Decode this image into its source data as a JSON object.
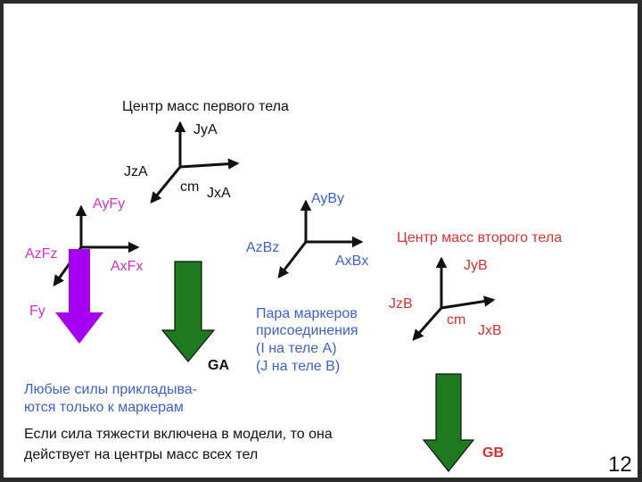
{
  "colors": {
    "black": "#111111",
    "red": "#d9302c",
    "purple": "#cc33cc",
    "blue": "#3d62c7",
    "force_arrow": "#a600f0",
    "gravity_arrow": "#1f7a1f"
  },
  "body_a": {
    "title": "Центр масс первого тела",
    "axis_y": "JyA",
    "axis_z": "JzA",
    "axis_x": "JxA",
    "cm": "cm"
  },
  "marker_force": {
    "axis_y": "AyFy",
    "axis_z": "AzFz",
    "axis_x": "AxFx",
    "force": "Fy"
  },
  "marker_pair": {
    "axis_y": "AyBy",
    "axis_z": "AzBz",
    "axis_x": "AxBx",
    "caption": [
      "Пара маркеров",
      "присоединения",
      "(I на теле A)",
      "(J на теле B)"
    ]
  },
  "body_b": {
    "title": "Центр масс второго тела",
    "axis_y": "JyB",
    "axis_z": "JzB",
    "axis_x": "JxB",
    "cm": "cm"
  },
  "gravity": {
    "label_a": "GA",
    "label_b": "GB"
  },
  "notes": {
    "forces": [
      "Любые силы прикладыва-",
      "ются только к маркерам"
    ],
    "gravity": [
      "Если сила тяжести включена в модели, то она",
      "действует на центры масс всех тел"
    ]
  },
  "page_number": "12"
}
